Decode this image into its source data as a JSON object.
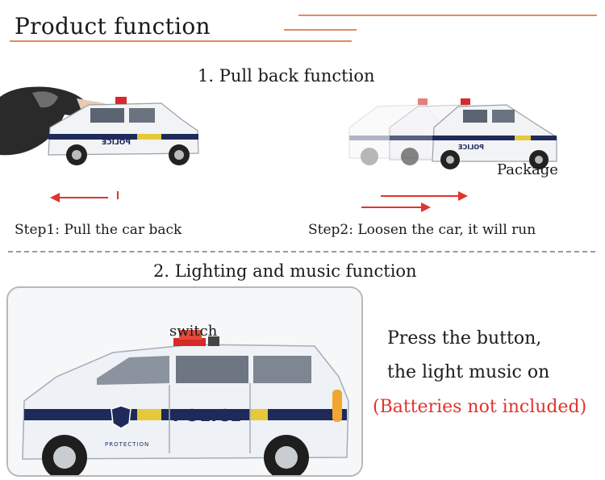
{
  "page_title": "Product function",
  "section1": {
    "heading": "1. Pull back function",
    "step1": "Step1: Pull the car back",
    "step2": "Step2: Loosen the car, it will run",
    "package_label": "Package"
  },
  "section2": {
    "heading": "2. Lighting and music function",
    "switch_label": "switch",
    "line1": "Press the button,",
    "line2": "the light music on",
    "note": "(Batteries not included)"
  },
  "car_text": {
    "police": "POLICE",
    "protection": "PROTECTION"
  },
  "colors": {
    "accent_line": "#e08b60",
    "arrow": "#e0342e",
    "note": "#e0342e"
  }
}
